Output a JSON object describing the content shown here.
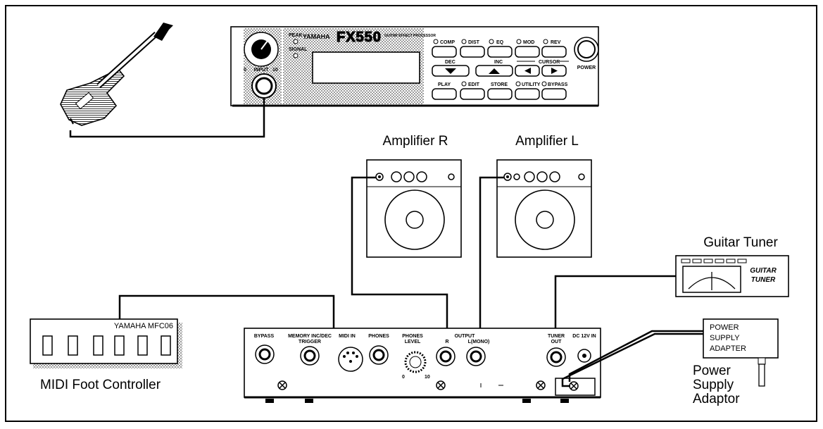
{
  "multi_effects": {
    "brand": "YAMAHA",
    "model": "FX550",
    "subtitle": "GUITAR EFFECT PROCESSOR",
    "peak_label": "PEAK",
    "signal_label": "SIGNAL",
    "input_label": "INPUT",
    "input_min": "0",
    "input_max": "10",
    "buttons_row1": [
      "COMP",
      "DIST",
      "EQ",
      "MOD",
      "REV"
    ],
    "dec_label": "DEC",
    "inc_label": "INC",
    "cursor_label": "CURSOR",
    "buttons_row3": [
      "PLAY",
      "EDIT",
      "STORE",
      "UTILITY",
      "BYPASS"
    ],
    "power_label": "POWER"
  },
  "amp_r_label": "Amplifier R",
  "amp_l_label": "Amplifier L",
  "tuner": {
    "title": "Guitar Tuner",
    "face_line1": "GUITAR",
    "face_line2": "TUNER"
  },
  "foot_controller": {
    "model": "YAMAHA MFC06",
    "caption": "MIDI Foot Controller"
  },
  "rear_panel": {
    "bypass": "BYPASS",
    "memory_line1": "MEMORY INC/DEC",
    "memory_line2": "TRIGGER",
    "midi_in": "MIDI IN",
    "phones": "PHONES",
    "phones_level_line1": "PHONES",
    "phones_level_line2": "LEVEL",
    "level_min": "0",
    "level_max": "10",
    "output": "OUTPUT",
    "output_r": "R",
    "output_l": "L(MONO)",
    "tuner_out_line1": "TUNER",
    "tuner_out_line2": "OUT",
    "dc_in": "DC 12V IN"
  },
  "adapter": {
    "box_line1": "POWER",
    "box_line2": "SUPPLY",
    "box_line3": "ADAPTER",
    "caption_line1": "Power",
    "caption_line2": "Supply",
    "caption_line3": "Adaptor"
  }
}
